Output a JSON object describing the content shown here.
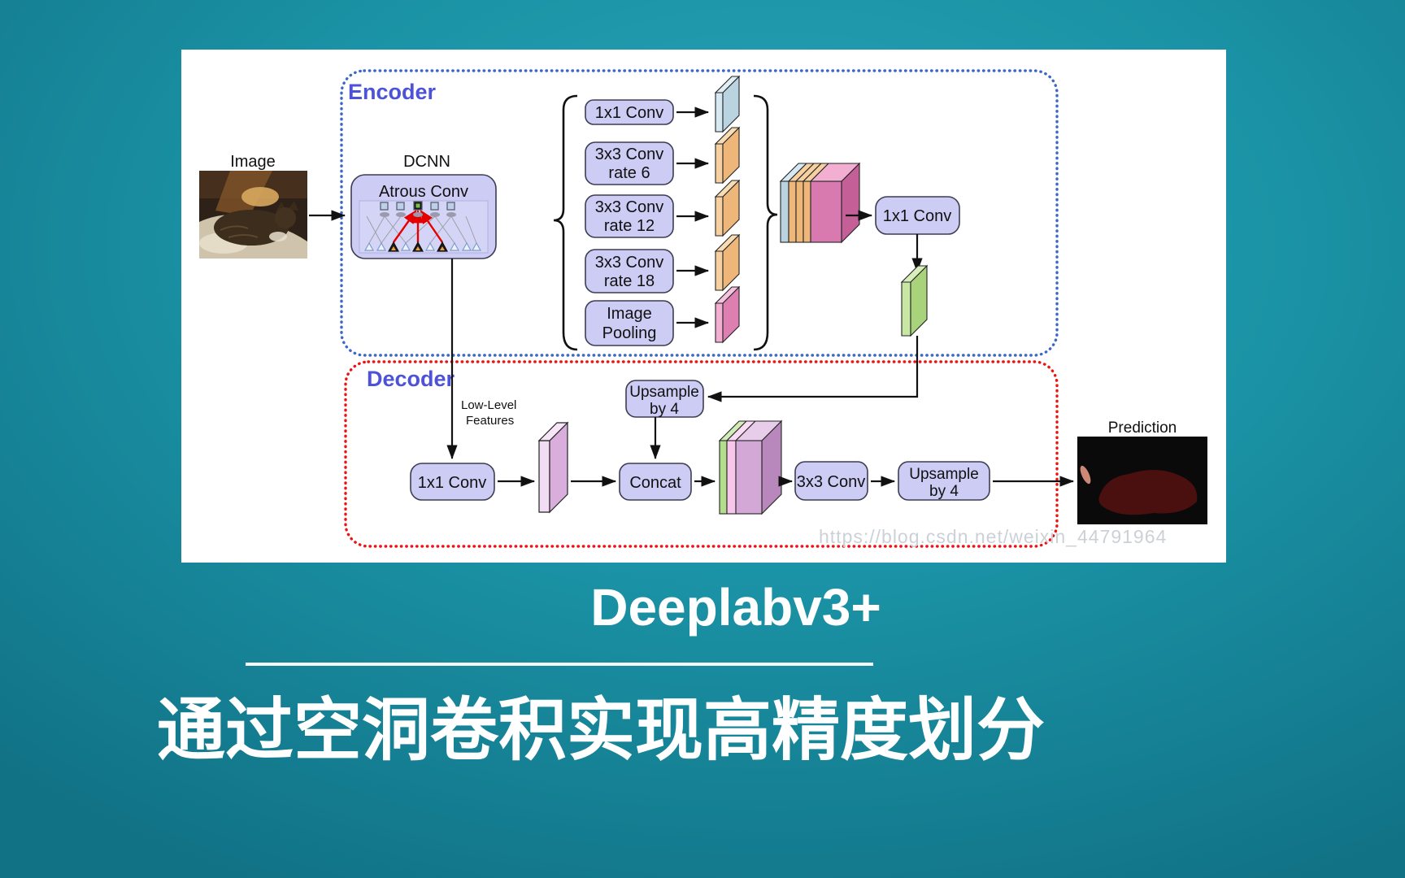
{
  "colors": {
    "background_center": "#27a3b5",
    "background_edge": "#117185",
    "panel_background": "#ffffff",
    "node_fill": "#ccccf5",
    "node_stroke": "#3d3d52",
    "encoder_border": "#3a67c8",
    "decoder_border": "#ee1212",
    "section_label": "#4d52d8",
    "slab_blue": "#b9d3e1",
    "slab_orange": "#eeb679",
    "slab_pink": "#de7fb2",
    "slab_green": "#a8d37b",
    "slab_lilac": "#d9aedd",
    "watermark_gray": "#ccd1d7",
    "text_white": "#ffffff"
  },
  "diagram": {
    "encoder": {
      "label": "Encoder",
      "image_label": "Image",
      "dcnn_label": "DCNN",
      "atrous_label": "Atrous Conv",
      "aspp": [
        {
          "lines": [
            "1x1 Conv"
          ]
        },
        {
          "lines": [
            "3x3 Conv",
            "rate 6"
          ]
        },
        {
          "lines": [
            "3x3 Conv",
            "rate 12"
          ]
        },
        {
          "lines": [
            "3x3 Conv",
            "rate 18"
          ]
        },
        {
          "lines": [
            "Image",
            "Pooling"
          ]
        }
      ],
      "projection_label": "1x1 Conv"
    },
    "decoder": {
      "label": "Decoder",
      "low_level_features": {
        "line1": "Low-Level",
        "line2": "Features"
      },
      "conv1x1_label": "1x1 Conv",
      "upsample_in": {
        "line1": "Upsample",
        "line2": "by 4"
      },
      "concat_label": "Concat",
      "conv3x3_label": "3x3 Conv",
      "upsample_out": {
        "line1": "Upsample",
        "line2": "by 4"
      },
      "prediction_label": "Prediction"
    },
    "watermark": "https://blog.csdn.net/weixin_44791964"
  },
  "caption": {
    "title": "Deeplabv3+",
    "subtitle": "通过空洞卷积实现高精度划分"
  }
}
